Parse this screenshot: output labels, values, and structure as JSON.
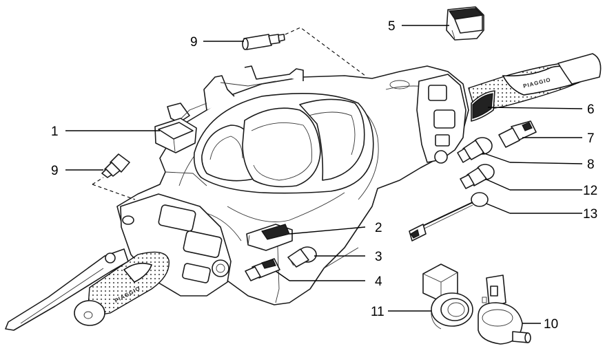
{
  "callouts": [
    {
      "id": "1",
      "label": "1"
    },
    {
      "id": "2",
      "label": "2"
    },
    {
      "id": "3",
      "label": "3"
    },
    {
      "id": "4",
      "label": "4"
    },
    {
      "id": "5",
      "label": "5"
    },
    {
      "id": "6",
      "label": "6"
    },
    {
      "id": "7",
      "label": "7"
    },
    {
      "id": "8",
      "label": "8"
    },
    {
      "id": "9a",
      "label": "9"
    },
    {
      "id": "9b",
      "label": "9"
    },
    {
      "id": "10",
      "label": "10"
    },
    {
      "id": "11",
      "label": "11"
    },
    {
      "id": "12",
      "label": "12"
    },
    {
      "id": "13",
      "label": "13"
    }
  ],
  "grip_brand_text": "PIAGGIO",
  "colors": {
    "line": "#1a1a1a",
    "background": "#ffffff"
  }
}
